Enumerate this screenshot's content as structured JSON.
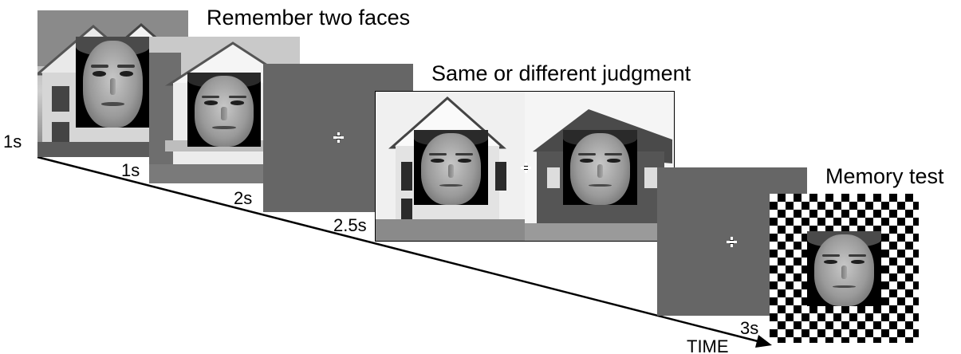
{
  "headings": {
    "remember": "Remember two faces",
    "judgment": "Same or different judgment",
    "memory": "Memory test"
  },
  "timing_labels": [
    "1s",
    "1s",
    "2s",
    "2.5s",
    "3s"
  ],
  "axis_label": "TIME",
  "colors": {
    "delay_screen": "#666666",
    "text": "#000000",
    "background": "#ffffff"
  }
}
